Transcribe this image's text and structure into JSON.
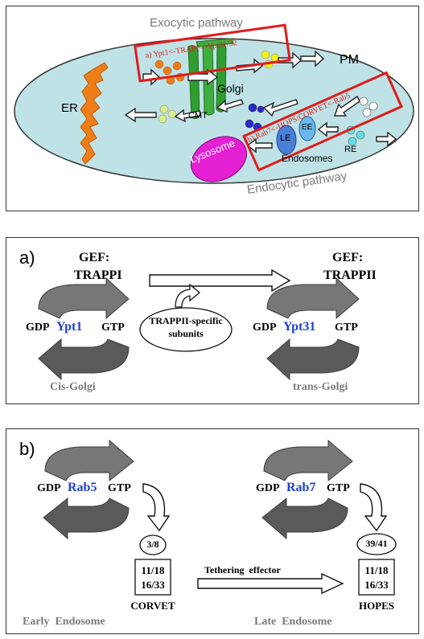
{
  "colors": {
    "cell": "#bfe2e6",
    "er": "#f07e18",
    "golgi": "#2f9e2f",
    "lysosome": "#e420d2",
    "red": "#e11b1b",
    "blue": "#1f3fd6",
    "gray_text": "#7a7a7a",
    "arrow_gray": "#6f6f6f",
    "arrow_dark": "#3d3d3d"
  },
  "top": {
    "exocytic": "Exocytic pathway",
    "endocytic": "Endocytic pathway",
    "pm": "PM",
    "er": "ER",
    "golgi": "Golgi",
    "cmt": "CMT",
    "lysosome": "Lysosome",
    "le": "LE",
    "ee": "EE",
    "endosomes": "Endosomes",
    "re": "RE",
    "box1_label": "a) Ypt1<-TRAPP->Ypt31/32",
    "box2_label": "b) Rab7<-HOPS/CORVET<-Rab5"
  },
  "panel_a": {
    "letter": "a)",
    "gef_left_1": "GEF:",
    "gef_left_2": "TRAPPI",
    "gef_right_1": "GEF:",
    "gef_right_2": "TRAPPII",
    "subunits_1": "TRAPPII-specific",
    "subunits_2": "subunits",
    "gdp_left": "GDP",
    "ypt1": "Ypt1",
    "gtp_left": "GTP",
    "gdp_right": "GDP",
    "ypt31": "Ypt31",
    "gtp_right": "GTP",
    "cis": "Cis-Golgi",
    "trans": "trans-Golgi"
  },
  "panel_b": {
    "letter": "b)",
    "gdp_left": "GDP",
    "rab5": "Rab5",
    "gtp_left": "GTP",
    "gdp_right": "GDP",
    "rab7": "Rab7",
    "gtp_right": "GTP",
    "oval_left": "3/8",
    "oval_right": "39/41",
    "box_left_1": "11/18",
    "box_left_2": "16/33",
    "box_right_1": "11/18",
    "box_right_2": "16/33",
    "corvet": "CORVET",
    "hopes": "HOPES",
    "tethering": "Tethering  effector",
    "early": "Early  Endosome",
    "late": "Late  Endosome"
  }
}
